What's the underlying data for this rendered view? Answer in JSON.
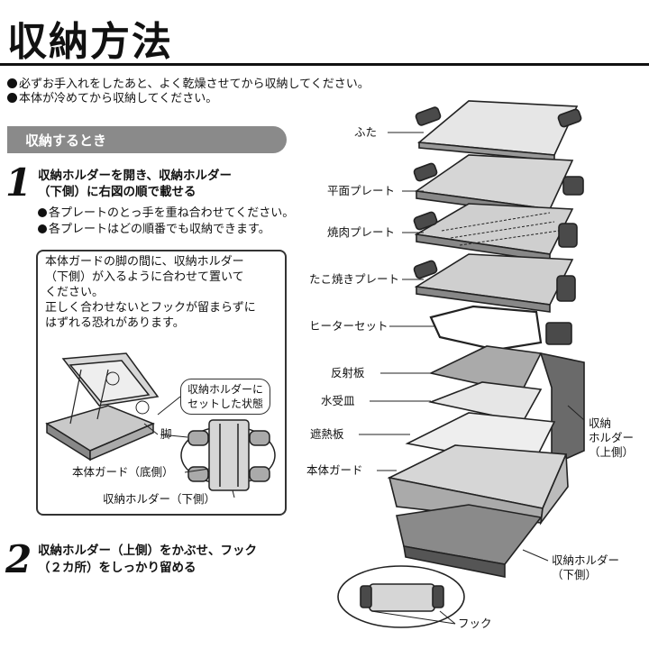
{
  "page": {
    "title": "収納方法",
    "notes": [
      "必ずお手入れをしたあと、よく乾燥させてから収納してください。",
      "本体が冷めてから収納してください。"
    ]
  },
  "section": {
    "heading": "収納するとき"
  },
  "step1": {
    "number": "1",
    "lines": [
      "収納ホルダーを開き、収納ホルダー",
      "（下側）に右図の順で載せる"
    ],
    "bullets": [
      "各プレートのとっ手を重ね合わせてください。",
      "各プレートはどの順番でも収納できます。"
    ],
    "callout": [
      "本体ガードの脚の間に、収納ホルダー",
      "（下側）が入るように合わせて置いて",
      "ください。",
      "正しく合わせないとフックが留まらずに",
      "はずれる恐れがあります。"
    ],
    "bubble": [
      "収納ホルダーに",
      "セットした状態"
    ],
    "labels": {
      "leg": "脚",
      "guard_bottom": "本体ガード（底側）",
      "holder_lower": "収納ホルダー（下側）"
    }
  },
  "step2": {
    "number": "2",
    "lines": [
      "収納ホルダー（上側）をかぶせ、フック",
      "（２カ所）をしっかり留める"
    ]
  },
  "diagram": {
    "labels": {
      "lid": "ふた",
      "flat_plate": "平面プレート",
      "yakiniku_plate": "焼肉プレート",
      "takoyaki_plate": "たこ焼きプレート",
      "heater_set": "ヒーターセット",
      "reflector": "反射板",
      "water_tray": "水受皿",
      "heat_shield": "遮熱板",
      "body_guard": "本体ガード",
      "holder_upper": [
        "収納",
        "ホルダー",
        "（上側）"
      ],
      "holder_lower": [
        "収納ホルダー",
        "（下側）"
      ],
      "hook": "フック"
    }
  },
  "colors": {
    "ink": "#111111",
    "section_bar": "#8a8a8a",
    "plate_fill": "#d6d6d6",
    "dark_fill": "#4a4a4a"
  }
}
